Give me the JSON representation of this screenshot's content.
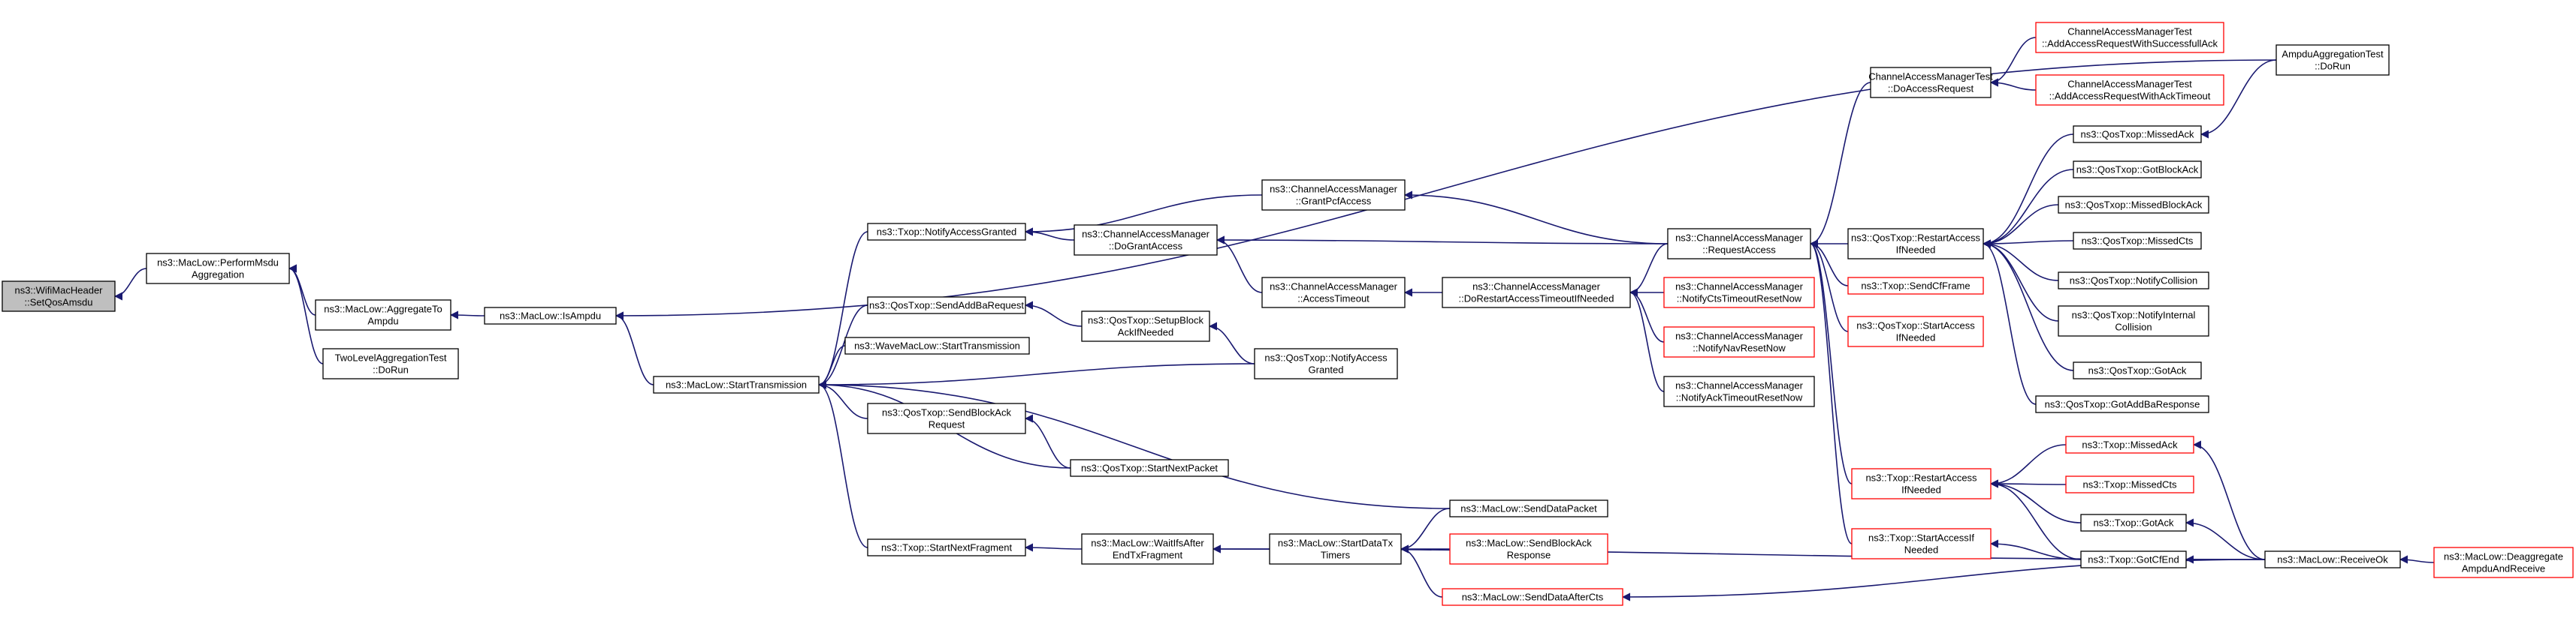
{
  "colors": {
    "black_border": "#000000",
    "red_border": "#ff0000",
    "focus_fill": "#bfbfbf",
    "node_fill": "#ffffff",
    "edge": "#191970"
  },
  "nodes": {
    "n_ampdu_test": [
      "AmpduAggregationTest",
      "::DoRun"
    ],
    "n_cam_test_do": [
      "ChannelAccessManagerTest",
      "::DoAccessRequest"
    ],
    "n_cam_test_success": [
      "ChannelAccessManagerTest",
      "::AddAccessRequestWithSuccessfullAck"
    ],
    "n_cam_test_ack_timeout": [
      "ChannelAccessManagerTest",
      "::AddAccessRequestWithAckTimeout"
    ],
    "n_qos_missed_ack": [
      "ns3::QosTxop::MissedAck"
    ],
    "n_qos_got_block_ack": [
      "ns3::QosTxop::GotBlockAck"
    ],
    "n_qos_missed_block_ack": [
      "ns3::QosTxop::MissedBlockAck"
    ],
    "n_qos_missed_cts": [
      "ns3::QosTxop::MissedCts"
    ],
    "n_qos_notify_collision": [
      "ns3::QosTxop::NotifyCollision"
    ],
    "n_qos_notify_internal": [
      "ns3::QosTxop::NotifyInternal",
      "Collision"
    ],
    "n_qos_got_ack": [
      "ns3::QosTxop::GotAck"
    ],
    "n_qos_got_addba": [
      "ns3::QosTxop::GotAddBaResponse"
    ],
    "n_qos_restart": [
      "ns3::QosTxop::RestartAccess",
      "IfNeeded"
    ],
    "n_txop_send_cf": [
      "ns3::Txop::SendCfFrame"
    ],
    "n_qos_start_access": [
      "ns3::QosTxop::StartAccess",
      "IfNeeded"
    ],
    "n_cam_request": [
      "ns3::ChannelAccessManager",
      "::RequestAccess"
    ],
    "n_cam_grant_pcf": [
      "ns3::ChannelAccessManager",
      "::GrantPcfAccess"
    ],
    "n_cam_do_grant": [
      "ns3::ChannelAccessManager",
      "::DoGrantAccess"
    ],
    "n_cam_access_timeout": [
      "ns3::ChannelAccessManager",
      "::AccessTimeout"
    ],
    "n_cam_do_restart": [
      "ns3::ChannelAccessManager",
      "::DoRestartAccessTimeoutIfNeeded"
    ],
    "n_cam_notify_cts": [
      "ns3::ChannelAccessManager",
      "::NotifyCtsTimeoutResetNow"
    ],
    "n_cam_notify_nav": [
      "ns3::ChannelAccessManager",
      "::NotifyNavResetNow"
    ],
    "n_cam_notify_ack": [
      "ns3::ChannelAccessManager",
      "::NotifyAckTimeoutResetNow"
    ],
    "n_txop_notify_access": [
      "ns3::Txop::NotifyAccessGranted"
    ],
    "n_qos_send_addba": [
      "ns3::QosTxop::SendAddBaRequest"
    ],
    "n_qos_setup_block": [
      "ns3::QosTxop::SetupBlock",
      "AckIfNeeded"
    ],
    "n_wave_start_tx": [
      "ns3::WaveMacLow::StartTransmission"
    ],
    "n_qos_notify_access": [
      "ns3::QosTxop::NotifyAccess",
      "Granted"
    ],
    "n_qos_send_block_ack_req": [
      "ns3::QosTxop::SendBlockAck",
      "Request"
    ],
    "n_qos_start_next": [
      "ns3::QosTxop::StartNextPacket"
    ],
    "n_maclow_send_data": [
      "ns3::MacLow::SendDataPacket"
    ],
    "n_maclow_start_tx": [
      "ns3::MacLow::StartTransmission"
    ],
    "n_txop_start_next_frag": [
      "ns3::Txop::StartNextFragment"
    ],
    "n_maclow_wait_ifs": [
      "ns3::MacLow::WaitIfsAfter",
      "EndTxFragment"
    ],
    "n_maclow_start_data_timers": [
      "ns3::MacLow::StartDataTx",
      "Timers"
    ],
    "n_maclow_send_block_ack_resp": [
      "ns3::MacLow::SendBlockAck",
      "Response"
    ],
    "n_maclow_send_data_after_cts": [
      "ns3::MacLow::SendDataAfterCts"
    ],
    "n_maclow_is_ampdu": [
      "ns3::MacLow::IsAmpdu"
    ],
    "n_maclow_aggregate": [
      "ns3::MacLow::AggregateTo",
      "Ampdu"
    ],
    "n_maclow_perform_msdu": [
      "ns3::MacLow::PerformMsdu",
      "Aggregation"
    ],
    "n_two_level_test": [
      "TwoLevelAggregationTest",
      "::DoRun"
    ],
    "n_will_mac_header": [
      "ns3::WifiMacHeader",
      "::SetQosAmsdu"
    ],
    "n_txop_missed_ack": [
      "ns3::Txop::MissedAck"
    ],
    "n_txop_missed_cts": [
      "ns3::Txop::MissedCts"
    ],
    "n_txop_restart": [
      "ns3::Txop::RestartAccess",
      "IfNeeded"
    ],
    "n_txop_got_ack": [
      "ns3::Txop::GotAck"
    ],
    "n_txop_start_access": [
      "ns3::Txop::StartAccessIf",
      "Needed"
    ],
    "n_txop_got_cf_end": [
      "ns3::Txop::GotCfEnd"
    ],
    "n_maclow_receive_ok": [
      "ns3::MacLow::ReceiveOk"
    ],
    "n_maclow_deaggregate": [
      "ns3::MacLow::Deaggregate",
      "AmpduAndReceive"
    ]
  }
}
